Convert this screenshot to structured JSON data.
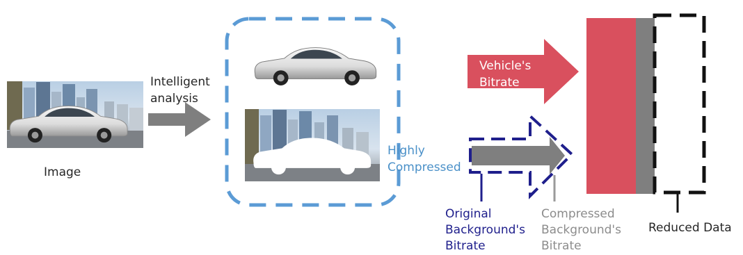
{
  "input": {
    "caption": "Image"
  },
  "analysis_arrow": {
    "label_line1": "Intelligent",
    "label_line2": "analysis"
  },
  "vehicle_branch": {
    "arrow_label_line1": "Vehicle's",
    "arrow_label_line2": "Bitrate"
  },
  "background_branch": {
    "compression_label_line1": "Highly",
    "compression_label_line2": "Compressed"
  },
  "legend": {
    "original": [
      "Original",
      "Background's",
      "Bitrate"
    ],
    "compressed": [
      "Compressed",
      "Background's",
      "Bitrate"
    ],
    "reduced": "Reduced Data"
  },
  "colors": {
    "vehicle_red": "#d9505e",
    "grey_arrow": "#7f7f7f",
    "dashed_blue": "#5b9bd5",
    "navy": "#1f1f8c",
    "compressed_grey": "#8c8c8c",
    "text_dark": "#262626"
  }
}
